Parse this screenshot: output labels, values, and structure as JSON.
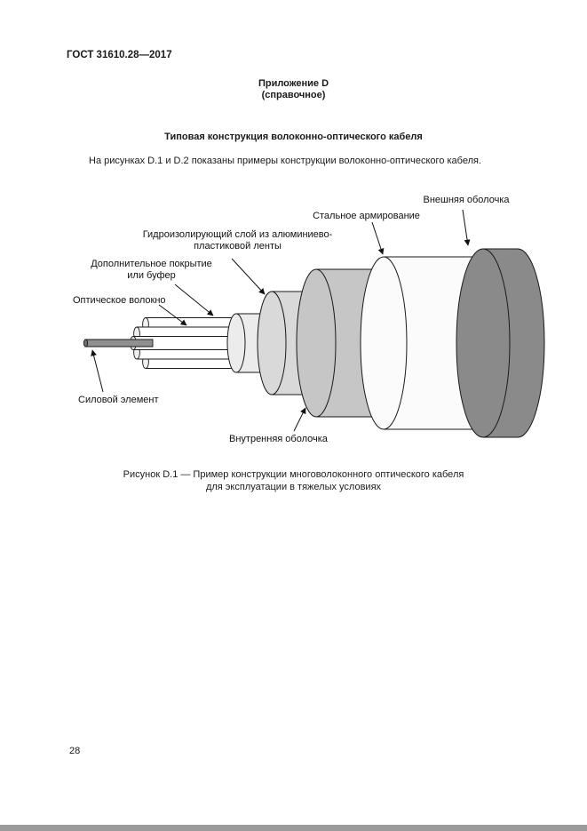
{
  "page": {
    "doc_number": "ГОСТ 31610.28—2017",
    "appendix": "Приложение D",
    "appendix_type": "(справочное)",
    "title": "Типовая конструкция волоконно-оптического кабеля",
    "intro": "На рисунках D.1 и D.2 показаны примеры конструкции волоконно-оптического кабеля.",
    "caption_line1": "Рисунок D.1 — Пример конструкции многоволоконного оптического кабеля",
    "caption_line2": "для эксплуатации в тяжелых условиях",
    "page_number": "28"
  },
  "figure": {
    "labels": {
      "outer_sheath": "Внешняя оболочка",
      "steel_armor": "Стальное армирование",
      "hydro_layer": "Гидроизолирующий слой из алюминиево-\nпластиковой ленты",
      "buffer": "Дополнительное покрытие\nили буфер",
      "fiber": "Оптическое волокно",
      "strength_member": "Силовой элемент",
      "inner_sheath": "Внутренняя оболочка"
    },
    "colors": {
      "outer_sheath": "#8a8a8a",
      "steel_armor": "#fbfbfb",
      "inner_sheath": "#c6c6c6",
      "hydro_layer": "#d9d9d9",
      "core_wrap": "#ececec",
      "tube_body": "#ffffff",
      "tube_face": "#f0f0f0",
      "rod": "#909090",
      "stroke": "#1a1a1a"
    }
  }
}
